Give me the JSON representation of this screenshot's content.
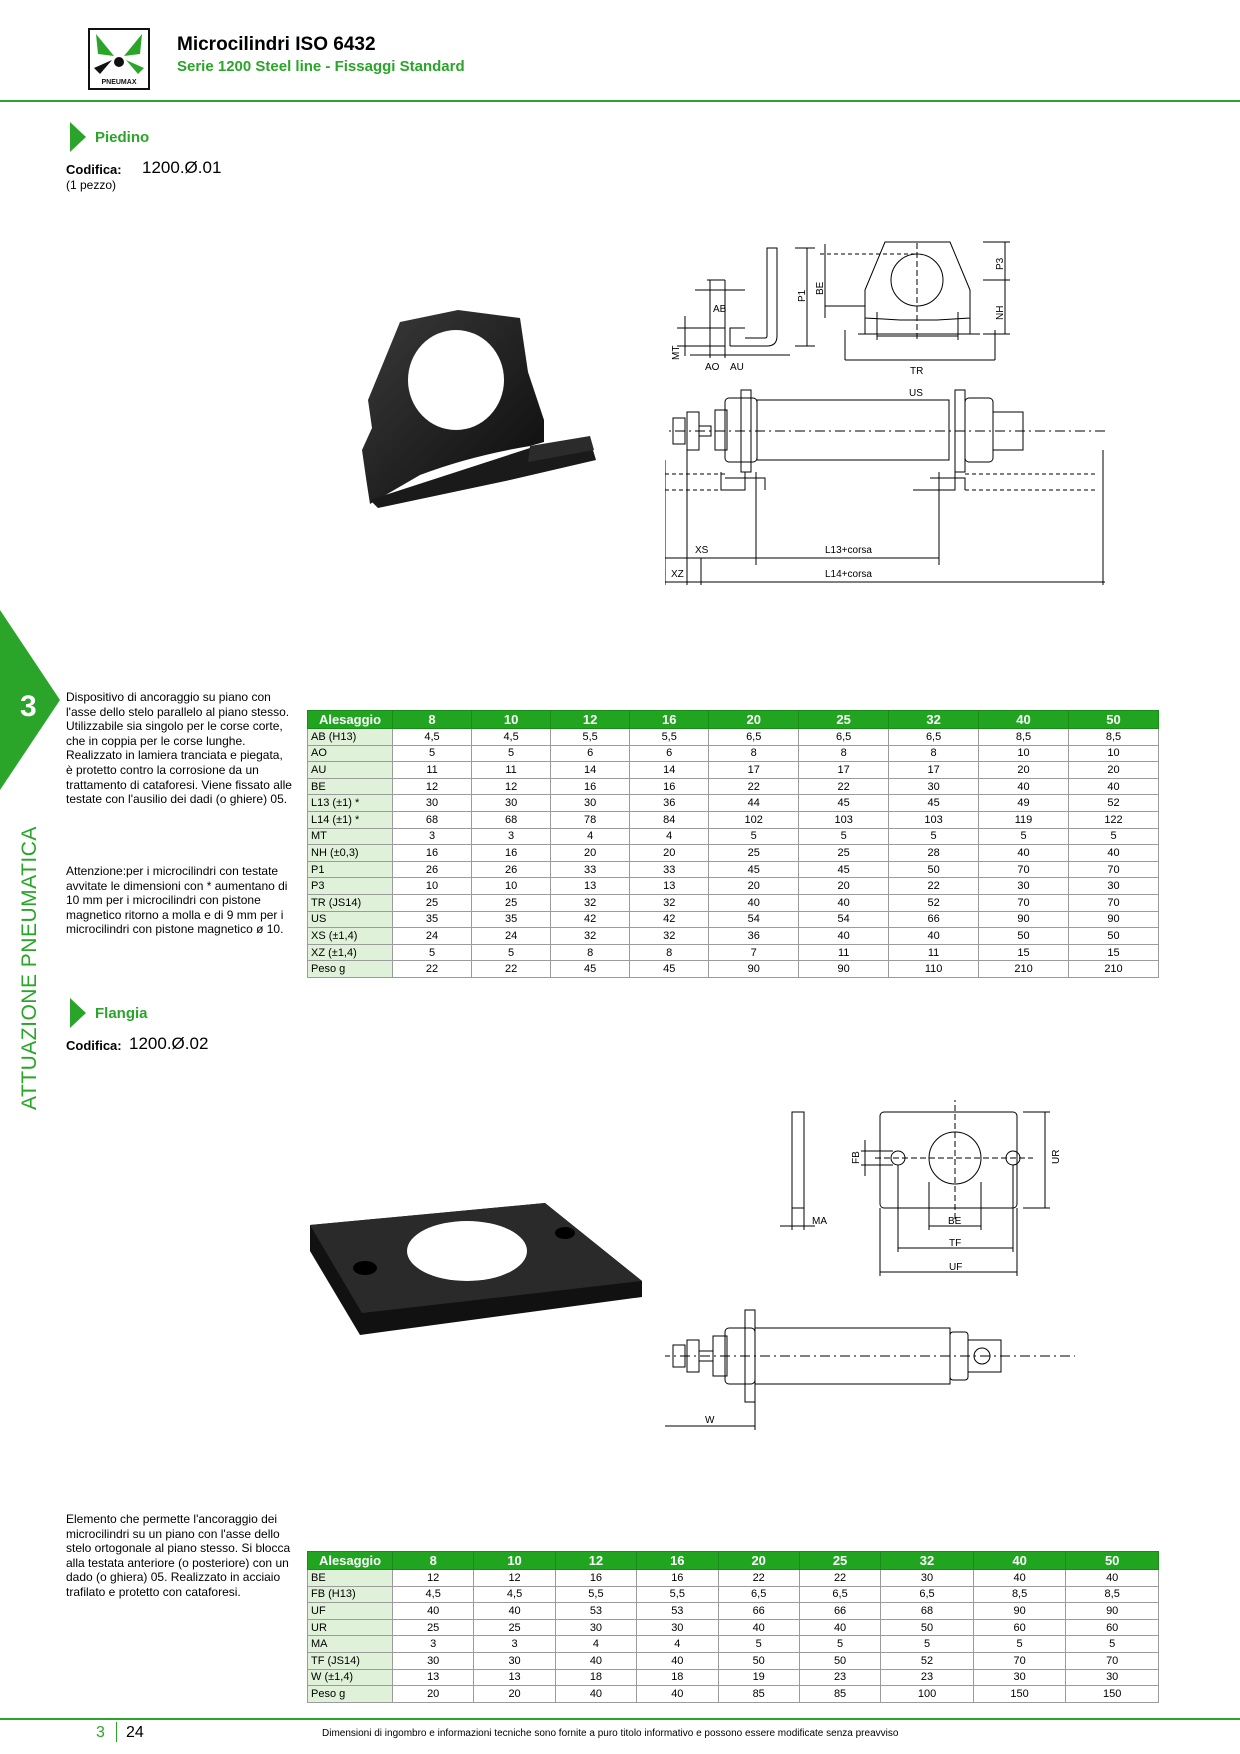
{
  "header": {
    "logo_text": "PNEUMAX",
    "title": "Microcilindri ISO 6432",
    "subtitle": "Serie 1200 Steel line - Fissaggi Standard"
  },
  "side": {
    "number": "3",
    "label": "ATTUAZIONE PNEUMATICA"
  },
  "colors": {
    "accent": "#2aa52a",
    "table_header": "#21a521",
    "row_label_bg": "#dff1d8"
  },
  "section1": {
    "title": "Piedino",
    "codifica_label": "Codifica:",
    "codifica_value": "1200.Ø.01",
    "pieces": "(1 pezzo)",
    "description": "Dispositivo di ancoraggio su piano con l'asse dello stelo parallelo al piano stesso. Utilizzabile sia singolo per le corse corte, che in coppia per le corse lunghe. Realizzato in lamiera tranciata e piegata, è protetto contro la corrosione da un trattamento di cataforesi. Viene fissato alle testate con l'ausilio dei dadi (o ghiere) 05.",
    "note": "Attenzione:per i microcilindri con testate avvitate le dimensioni con * aumentano di 10 mm per i microcilindri con pistone magnetico ritorno a molla e di 9 mm per i microcilindri con pistone magnetico ø 10.",
    "drawing_labels": {
      "AB": "AB",
      "MT": "MT",
      "AO": "AO",
      "AU": "AU",
      "P1": "P1",
      "BE": "BE",
      "P3": "P3",
      "NH": "NH",
      "TR": "TR",
      "US": "US",
      "XS": "XS",
      "XZ": "XZ",
      "L13": "L13+corsa",
      "L14": "L14+corsa"
    },
    "table": {
      "header": "Alesaggio",
      "columns": [
        "8",
        "10",
        "12",
        "16",
        "20",
        "25",
        "32",
        "40",
        "50"
      ],
      "rows": [
        {
          "label": "AB (H13)",
          "values": [
            "4,5",
            "4,5",
            "5,5",
            "5,5",
            "6,5",
            "6,5",
            "6,5",
            "8,5",
            "8,5"
          ]
        },
        {
          "label": "AO",
          "values": [
            "5",
            "5",
            "6",
            "6",
            "8",
            "8",
            "8",
            "10",
            "10"
          ]
        },
        {
          "label": "AU",
          "values": [
            "11",
            "11",
            "14",
            "14",
            "17",
            "17",
            "17",
            "20",
            "20"
          ]
        },
        {
          "label": "BE",
          "values": [
            "12",
            "12",
            "16",
            "16",
            "22",
            "22",
            "30",
            "40",
            "40"
          ]
        },
        {
          "label": "L13 (±1) *",
          "values": [
            "30",
            "30",
            "30",
            "36",
            "44",
            "45",
            "45",
            "49",
            "52"
          ]
        },
        {
          "label": "L14 (±1) *",
          "values": [
            "68",
            "68",
            "78",
            "84",
            "102",
            "103",
            "103",
            "119",
            "122"
          ]
        },
        {
          "label": "MT",
          "values": [
            "3",
            "3",
            "4",
            "4",
            "5",
            "5",
            "5",
            "5",
            "5"
          ]
        },
        {
          "label": "NH (±0,3)",
          "values": [
            "16",
            "16",
            "20",
            "20",
            "25",
            "25",
            "28",
            "40",
            "40"
          ]
        },
        {
          "label": "P1",
          "values": [
            "26",
            "26",
            "33",
            "33",
            "45",
            "45",
            "50",
            "70",
            "70"
          ]
        },
        {
          "label": "P3",
          "values": [
            "10",
            "10",
            "13",
            "13",
            "20",
            "20",
            "22",
            "30",
            "30"
          ]
        },
        {
          "label": "TR (JS14)",
          "values": [
            "25",
            "25",
            "32",
            "32",
            "40",
            "40",
            "52",
            "70",
            "70"
          ]
        },
        {
          "label": "US",
          "values": [
            "35",
            "35",
            "42",
            "42",
            "54",
            "54",
            "66",
            "90",
            "90"
          ]
        },
        {
          "label": "XS (±1,4)",
          "values": [
            "24",
            "24",
            "32",
            "32",
            "36",
            "40",
            "40",
            "50",
            "50"
          ]
        },
        {
          "label": "XZ (±1,4)",
          "values": [
            "5",
            "5",
            "8",
            "8",
            "7",
            "11",
            "11",
            "15",
            "15"
          ]
        },
        {
          "label": "Peso g",
          "values": [
            "22",
            "22",
            "45",
            "45",
            "90",
            "90",
            "110",
            "210",
            "210"
          ]
        }
      ]
    }
  },
  "section2": {
    "title": "Flangia",
    "codifica_label": "Codifica:",
    "codifica_value": "1200.Ø.02",
    "description": "Elemento che permette l'ancoraggio dei microcilindri su un piano con l'asse dello stelo ortogonale al piano stesso. Si blocca alla testata anteriore (o posteriore) con un dado (o ghiera) 05. Realizzato in acciaio trafilato e protetto con cataforesi.",
    "drawing_labels": {
      "FB": "FB",
      "UR": "UR",
      "MA": "MA",
      "BE": "BE",
      "TF": "TF",
      "UF": "UF",
      "W": "W"
    },
    "table": {
      "header": "Alesaggio",
      "columns": [
        "8",
        "10",
        "12",
        "16",
        "20",
        "25",
        "32",
        "40",
        "50"
      ],
      "rows": [
        {
          "label": "BE",
          "values": [
            "12",
            "12",
            "16",
            "16",
            "22",
            "22",
            "30",
            "40",
            "40"
          ]
        },
        {
          "label": "FB (H13)",
          "values": [
            "4,5",
            "4,5",
            "5,5",
            "5,5",
            "6,5",
            "6,5",
            "6,5",
            "8,5",
            "8,5"
          ]
        },
        {
          "label": "UF",
          "values": [
            "40",
            "40",
            "53",
            "53",
            "66",
            "66",
            "68",
            "90",
            "90"
          ]
        },
        {
          "label": "UR",
          "values": [
            "25",
            "25",
            "30",
            "30",
            "40",
            "40",
            "50",
            "60",
            "60"
          ]
        },
        {
          "label": "MA",
          "values": [
            "3",
            "3",
            "4",
            "4",
            "5",
            "5",
            "5",
            "5",
            "5"
          ]
        },
        {
          "label": "TF (JS14)",
          "values": [
            "30",
            "30",
            "40",
            "40",
            "50",
            "50",
            "52",
            "70",
            "70"
          ]
        },
        {
          "label": "W (±1,4)",
          "values": [
            "13",
            "13",
            "18",
            "18",
            "19",
            "23",
            "23",
            "30",
            "30"
          ]
        },
        {
          "label": "Peso g",
          "values": [
            "20",
            "20",
            "40",
            "40",
            "85",
            "85",
            "100",
            "150",
            "150"
          ]
        }
      ]
    }
  },
  "footer": {
    "page_section": "3",
    "page_number": "24",
    "note": "Dimensioni di ingombro e informazioni tecniche sono fornite a puro titolo informativo e possono essere modificate senza preavviso"
  }
}
